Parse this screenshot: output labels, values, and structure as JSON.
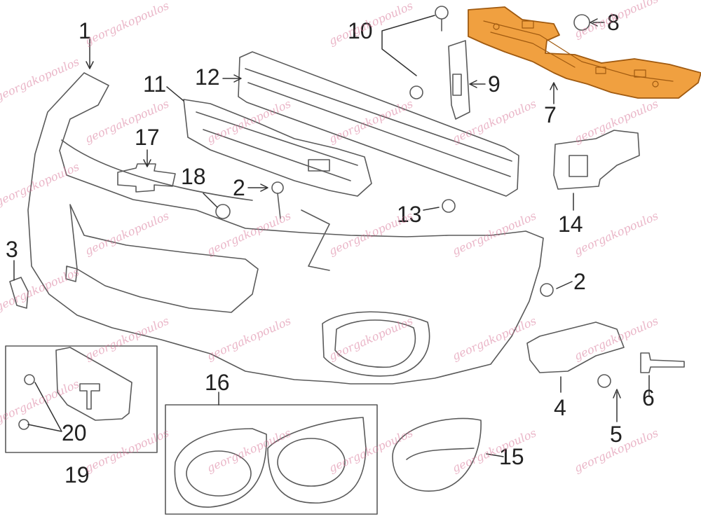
{
  "callouts": {
    "c1": "1",
    "c2a": "2",
    "c2b": "2",
    "c3": "3",
    "c4": "4",
    "c5": "5",
    "c6": "6",
    "c7": "7",
    "c8": "8",
    "c9": "9",
    "c10": "10",
    "c11": "11",
    "c12": "12",
    "c13": "13",
    "c14": "14",
    "c15": "15",
    "c16": "16",
    "c17": "17",
    "c18": "18",
    "c19": "19",
    "c20": "20"
  },
  "watermark": {
    "text": "georgakopoulos"
  },
  "colors": {
    "line": "#5a5a5a",
    "highlight_fill": "#f0a040",
    "highlight_stroke": "#a05a10",
    "watermark": "#d97a9b"
  },
  "highlighted_part": "7"
}
